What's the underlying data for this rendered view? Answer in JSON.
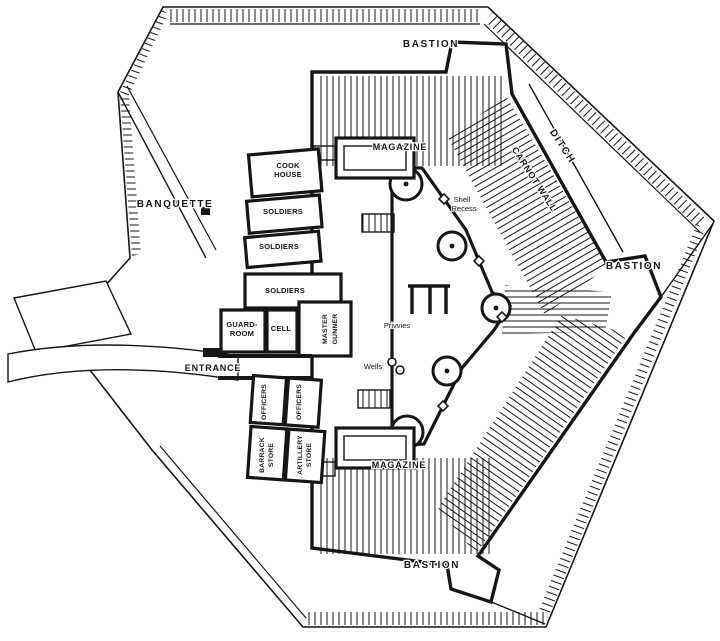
{
  "colors": {
    "ink": "#161616",
    "paper": "#ffffff"
  },
  "labels": {
    "bastion_top": "BASTION",
    "bastion_right": "BASTION",
    "bastion_bottom": "BASTION",
    "ditch": "DITCH",
    "carnot_wall": "CARNOT WALL",
    "banquette": "BANQUETTE",
    "entrance": "ENTRANCE",
    "cook_house_line1": "COOK",
    "cook_house_line2": "HOUSE",
    "soldiers_top": "SOLDIERS",
    "soldiers_middle": "SOLDIERS",
    "soldiers_bottom": "SOLDIERS",
    "guard_room_line1": "GUARD-",
    "guard_room_line2": "ROOM",
    "cell": "CELL",
    "master_gunner_line1": "MASTER",
    "master_gunner_line2": "GUNNER",
    "officers_left": "OFFICERS",
    "officers_right": "OFFICERS",
    "barrack_store_line1": "BARRACK",
    "barrack_store_line2": "STORE",
    "artillery_store_line1": "ARTILLERY",
    "artillery_store_line2": "STORE",
    "magazine_top": "MAGAZINE",
    "magazine_bottom": "MAGAZINE",
    "shell_recess_line1": "Shell",
    "shell_recess_line2": "Recess",
    "privvies": "Privvies",
    "wells": "Wells"
  }
}
